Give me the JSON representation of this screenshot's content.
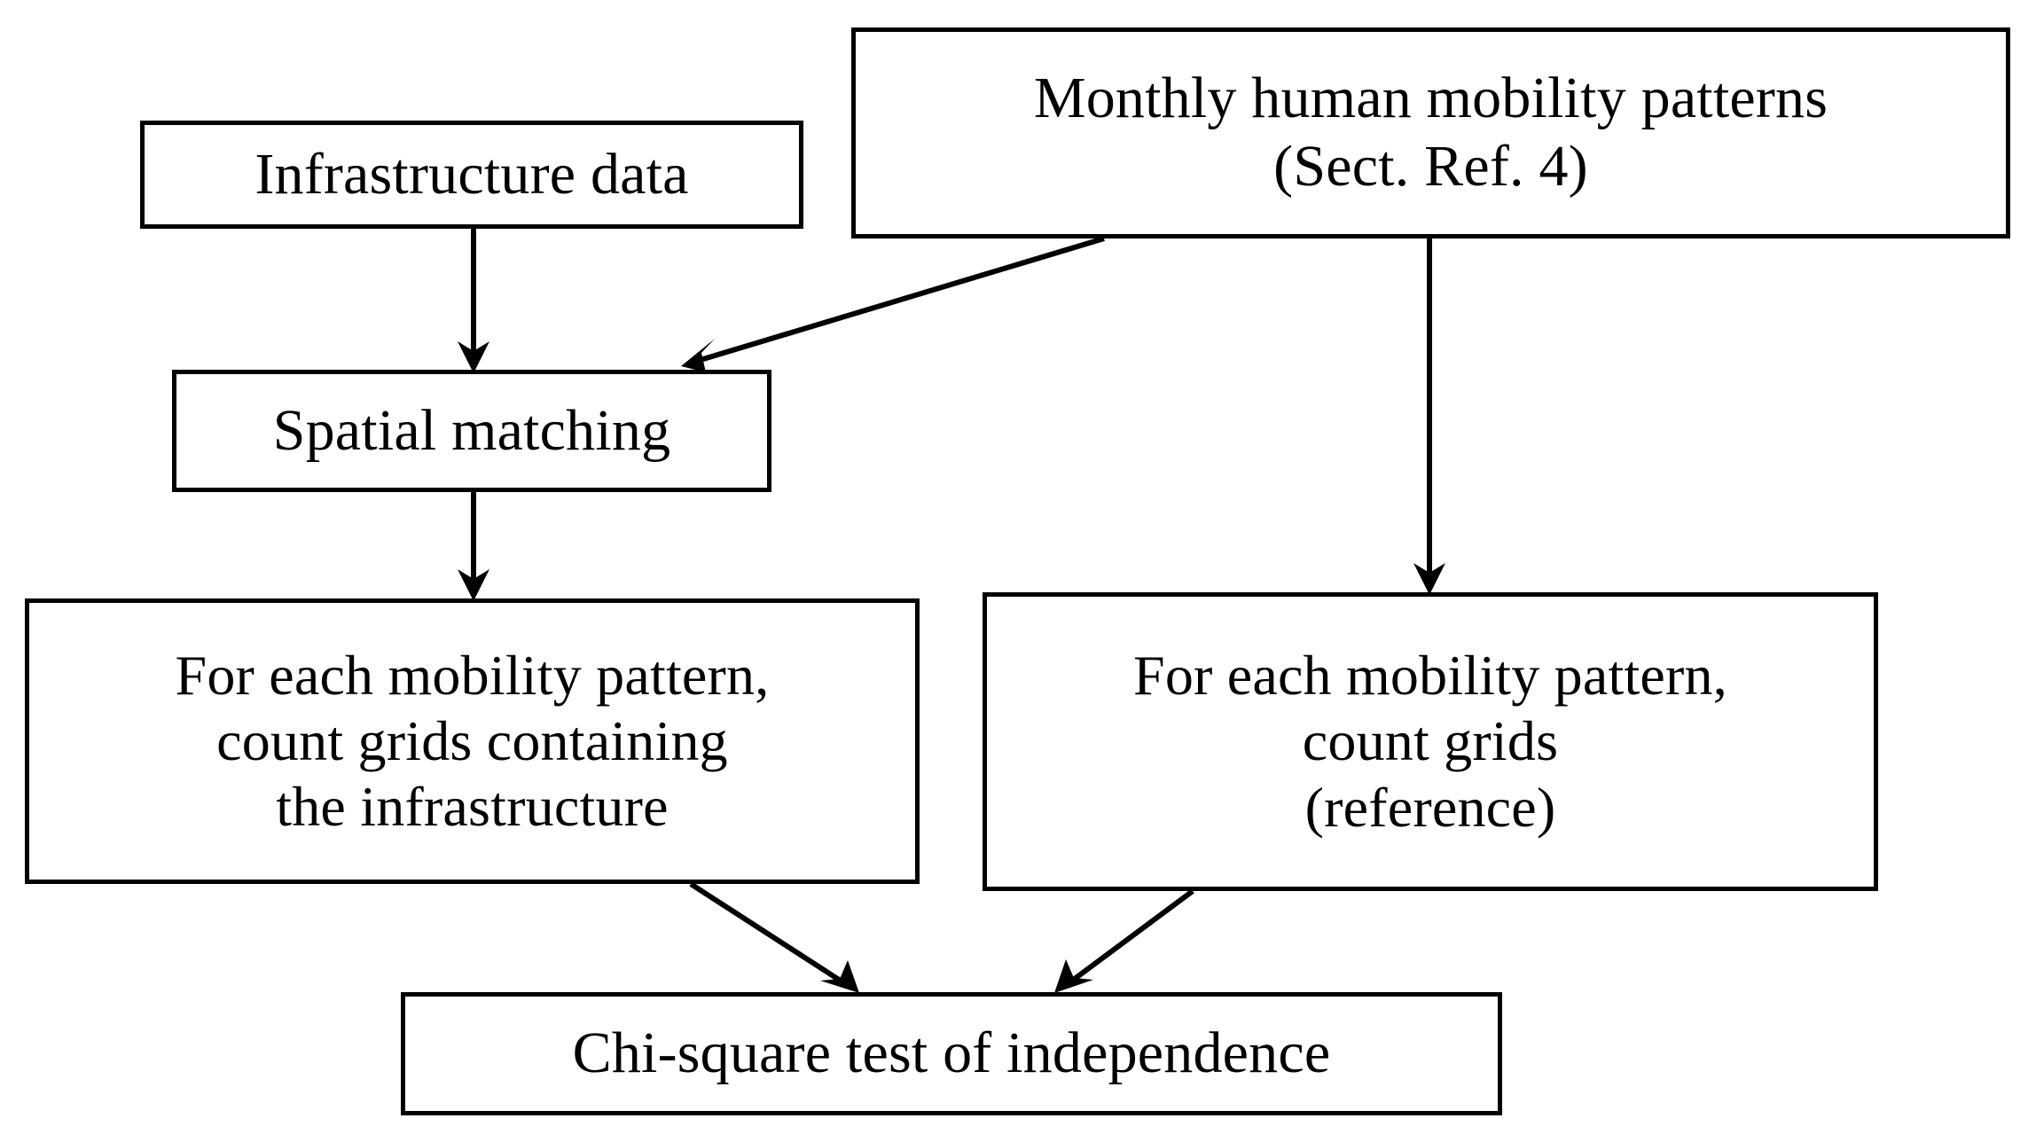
{
  "diagram": {
    "title": "Methodology flowchart for chi-square analysis of mobility patterns and infrastructure",
    "type": "flowchart",
    "background_color": "#ffffff",
    "stroke_color": "#000000",
    "text_color": "#000000",
    "nodes": [
      {
        "id": "infrastructure-data",
        "lines": [
          "Infrastructure data"
        ]
      },
      {
        "id": "mobility-patterns",
        "lines": [
          "Monthly human mobility patterns",
          "(Sect. Ref. 4)"
        ]
      },
      {
        "id": "spatial-matching",
        "lines": [
          "Spatial matching"
        ]
      },
      {
        "id": "count-infrastructure",
        "lines": [
          "For each mobility pattern,",
          "count grids containing",
          "the infrastructure"
        ]
      },
      {
        "id": "count-reference",
        "lines": [
          "For each mobility pattern,",
          "count grids",
          "(reference)"
        ]
      },
      {
        "id": "chi-square",
        "lines": [
          "Chi-square test of independence"
        ]
      }
    ],
    "edges": [
      {
        "id": "edge-infrastructure-to-spatial",
        "from": "infrastructure-data",
        "to": "spatial-matching"
      },
      {
        "id": "edge-mobility-to-spatial",
        "from": "mobility-patterns",
        "to": "spatial-matching"
      },
      {
        "id": "edge-spatial-to-count-infrastructure",
        "from": "spatial-matching",
        "to": "count-infrastructure"
      },
      {
        "id": "edge-mobility-to-count-reference",
        "from": "mobility-patterns",
        "to": "count-reference"
      },
      {
        "id": "edge-count-infrastructure-to-chi-square",
        "from": "count-infrastructure",
        "to": "chi-square"
      },
      {
        "id": "edge-count-reference-to-chi-square",
        "from": "count-reference",
        "to": "chi-square"
      }
    ]
  }
}
